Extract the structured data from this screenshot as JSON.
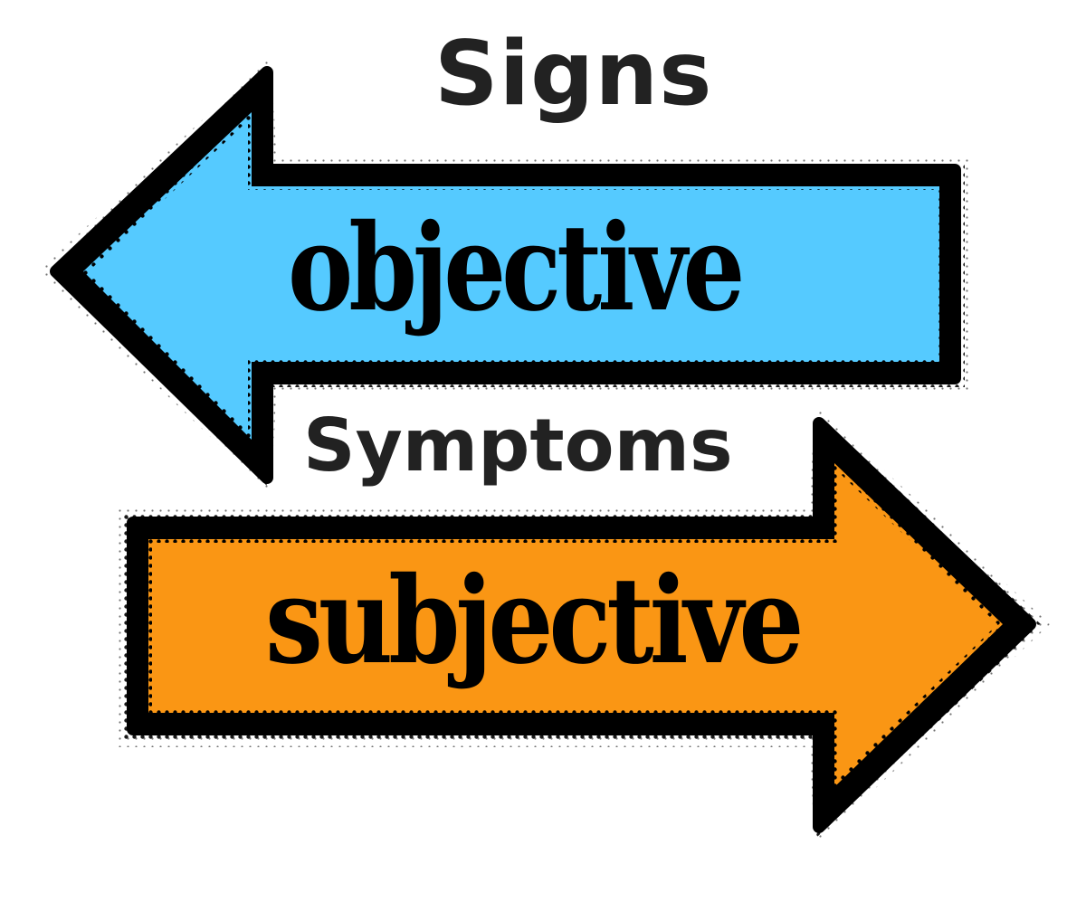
{
  "diagram": {
    "title": "Signs",
    "subtitle": "Symptoms",
    "arrows": [
      {
        "label": "objective",
        "direction": "left",
        "fill": "#55caff",
        "pairs_with": "Signs"
      },
      {
        "label": "subjective",
        "direction": "right",
        "fill": "#fa9614",
        "pairs_with": "Symptoms"
      }
    ],
    "colors": {
      "outline": "#000000",
      "heading_text": "#222222",
      "label_text": "#000000",
      "background": "#ffffff"
    }
  }
}
